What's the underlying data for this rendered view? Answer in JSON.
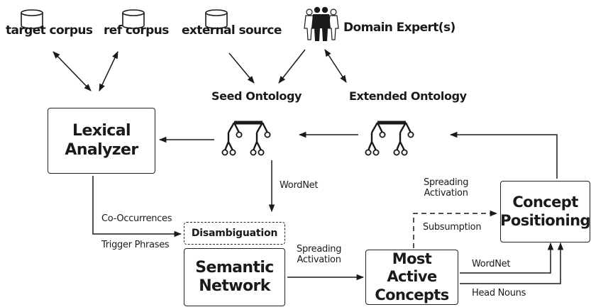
{
  "sources": {
    "target_corpus": "target corpus",
    "ref_corpus": "ref corpus",
    "external_source": "external source",
    "domain_experts": "Domain Expert(s)"
  },
  "ontologies": {
    "seed": "Seed Ontology",
    "extended": "Extended Ontology"
  },
  "nodes": {
    "lexical_analyzer": "Lexical\nAnalyzer",
    "disambiguation": "Disambiguation",
    "semantic_network": "Semantic\nNetwork",
    "most_active_concepts": "Most Active\nConcepts",
    "concept_positioning": "Concept\nPositioning"
  },
  "edges": {
    "wordnet_seed": "WordNet",
    "co_occurrences": "Co-Occurrences",
    "trigger_phrases": "Trigger Phrases",
    "spreading_activation_mid": "Spreading\nActivation",
    "spreading_activation_top": "Spreading\nActivation",
    "subsumption": "Subsumption",
    "wordnet_right": "WordNet",
    "head_nouns": "Head Nouns"
  },
  "colors": {
    "line": "#1a1a1a",
    "background": "#ffffff"
  }
}
